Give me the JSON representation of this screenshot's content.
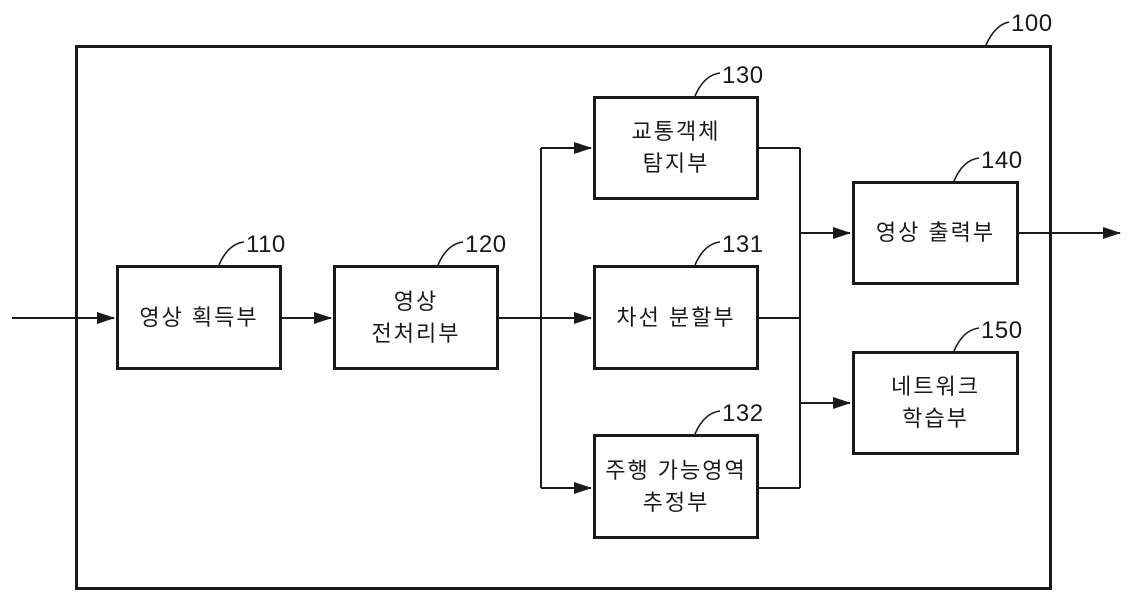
{
  "figure": {
    "system_ref": "100",
    "blocks": [
      {
        "ref": "110",
        "lines": [
          "영상 획득부"
        ]
      },
      {
        "ref": "120",
        "lines": [
          "영상",
          "전처리부"
        ]
      },
      {
        "ref": "130",
        "lines": [
          "교통객체",
          "탐지부"
        ]
      },
      {
        "ref": "131",
        "lines": [
          "차선 분할부"
        ]
      },
      {
        "ref": "132",
        "lines": [
          "주행 가능영역",
          "추정부"
        ]
      },
      {
        "ref": "140",
        "lines": [
          "영상 출력부"
        ]
      },
      {
        "ref": "150",
        "lines": [
          "네트워크",
          "학습부"
        ]
      }
    ],
    "colors": {
      "line": "#1a1a1a",
      "background": "#ffffff"
    }
  }
}
